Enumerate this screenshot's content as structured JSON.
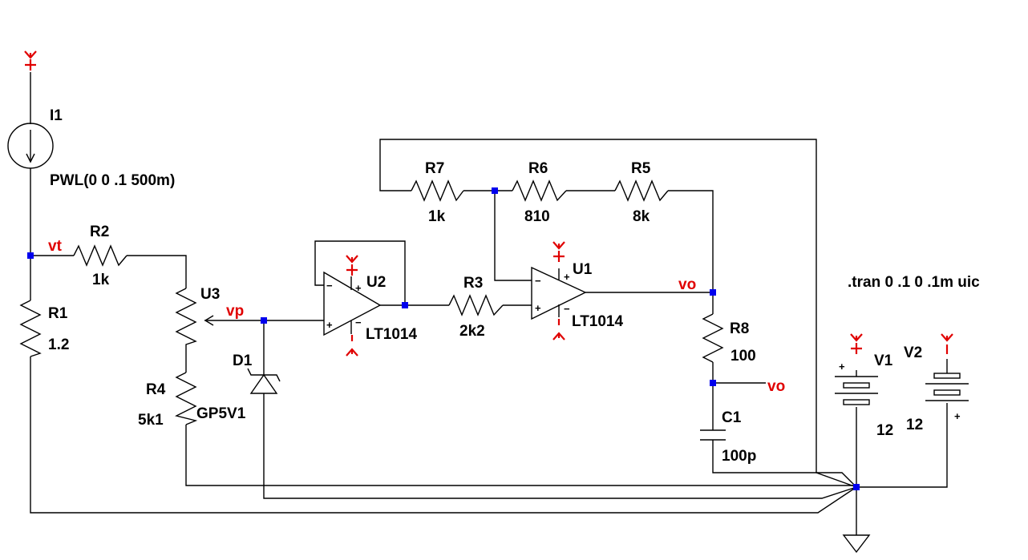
{
  "components": {
    "I1": {
      "ref": "I1",
      "value": "PWL(0 0 .1 500m)"
    },
    "R1": {
      "ref": "R1",
      "value": "1.2"
    },
    "R2": {
      "ref": "R2",
      "value": "1k"
    },
    "R3": {
      "ref": "R3",
      "value": "2k2"
    },
    "R4": {
      "ref": "R4",
      "value": "5k1"
    },
    "R5": {
      "ref": "R5",
      "value": "8k"
    },
    "R6": {
      "ref": "R6",
      "value": "810"
    },
    "R7": {
      "ref": "R7",
      "value": "1k"
    },
    "R8": {
      "ref": "R8",
      "value": "100"
    },
    "C1": {
      "ref": "C1",
      "value": "100p"
    },
    "D1": {
      "ref": "D1"
    },
    "U1": {
      "ref": "U1",
      "model": "LT1014"
    },
    "U2": {
      "ref": "U2",
      "model": "LT1014"
    },
    "U3": {
      "ref": "U3",
      "model": "GP5V1"
    },
    "V1": {
      "ref": "V1",
      "value": "12"
    },
    "V2": {
      "ref": "V2",
      "value": "12"
    }
  },
  "nets": {
    "vt": "vt",
    "vp": "vp",
    "vo": "vo"
  },
  "directive": ".tran 0 .1 0 .1m uic"
}
